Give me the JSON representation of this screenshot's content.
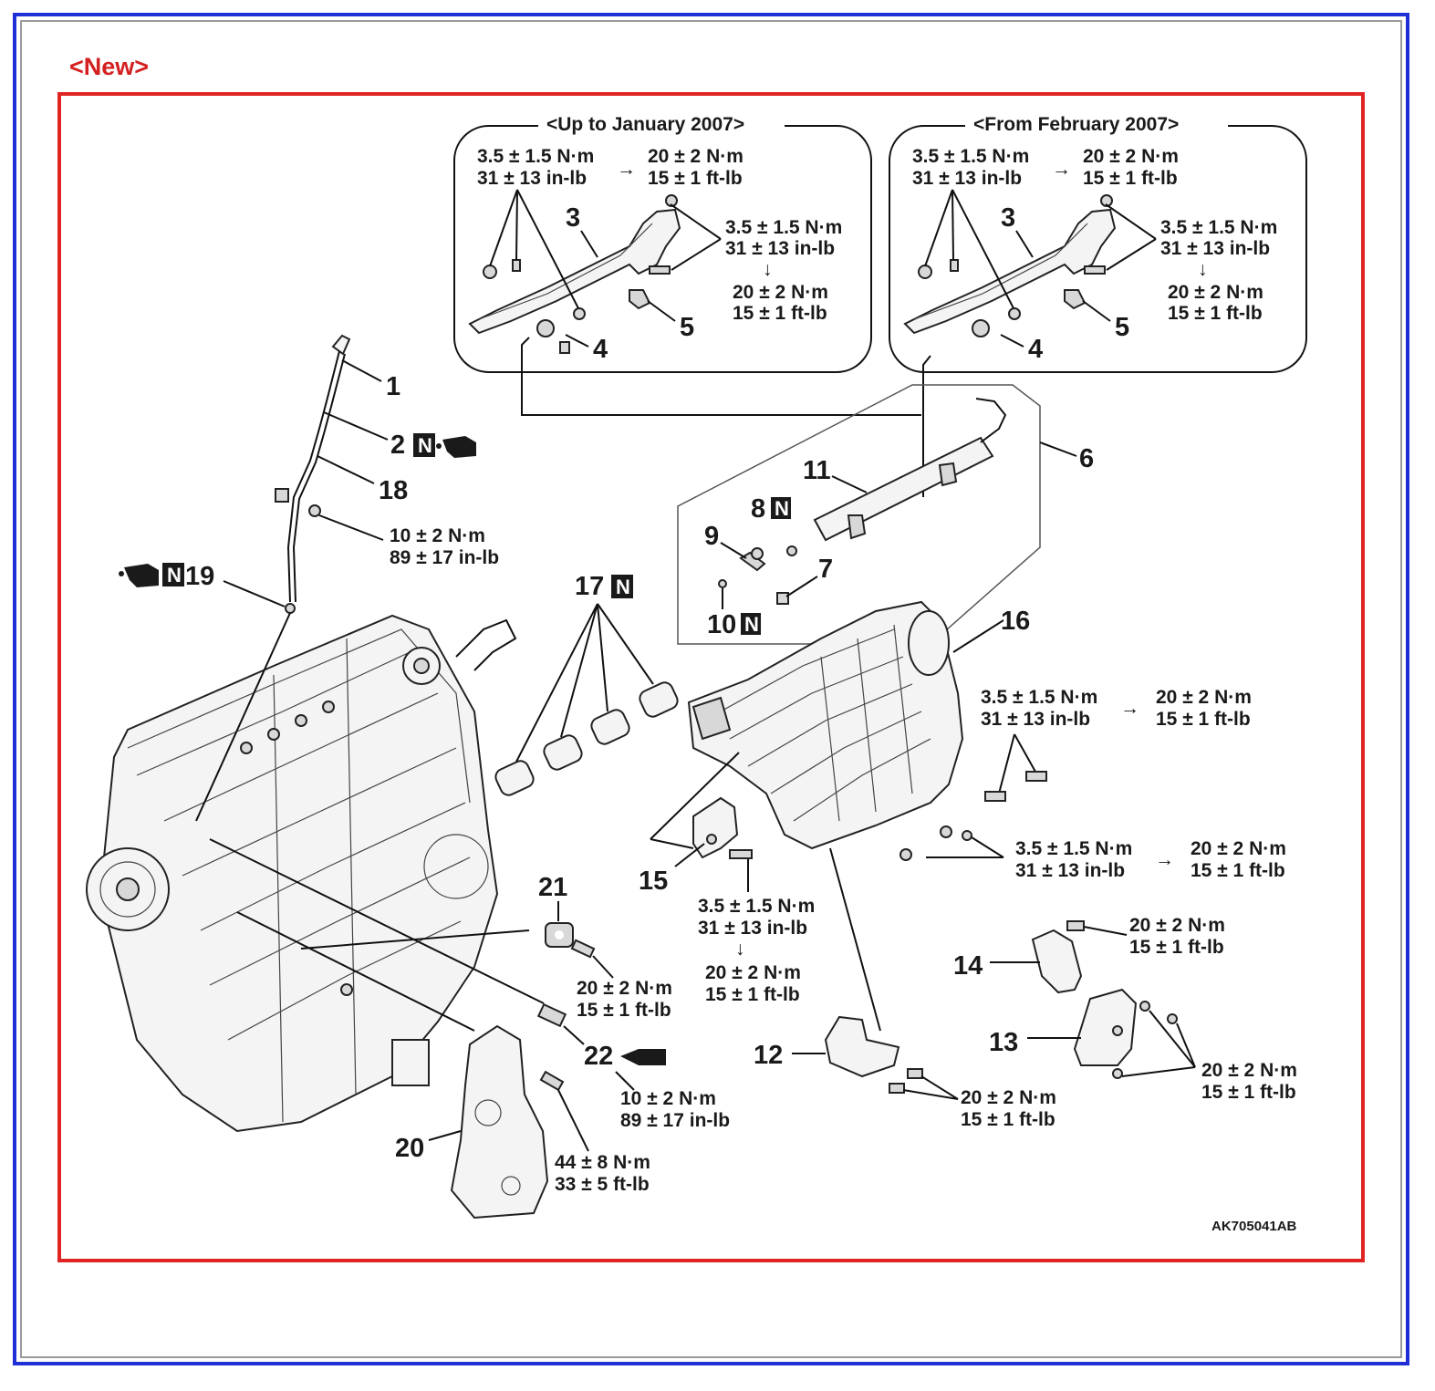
{
  "new_label": "<New>",
  "variants": {
    "left_header": "<Up to January 2007>",
    "right_header": "<From February 2007>"
  },
  "torques": {
    "t_3_5_nm": "3.5 ± 1.5 N·m",
    "t_3_5_inlb": "31 ± 13 in-lb",
    "t_20_nm": "20 ± 2 N·m",
    "t_20_ftlb": "15 ± 1 ft-lb",
    "t_10_nm": "10 ± 2 N·m",
    "t_10_inlb": "89 ± 17 in-lb",
    "t_44_nm": "44 ± 8 N·m",
    "t_44_ftlb": "33 ± 5 ft-lb",
    "arrow_right": "→",
    "arrow_down": "↓"
  },
  "callouts": {
    "c1": "1",
    "c2": "2",
    "c3": "3",
    "c4": "4",
    "c5": "5",
    "c6": "6",
    "c7": "7",
    "c8": "8",
    "c9": "9",
    "c10": "10",
    "c11": "11",
    "c12": "12",
    "c13": "13",
    "c14": "14",
    "c15": "15",
    "c16": "16",
    "c17": "17",
    "c18": "18",
    "c19": "19",
    "c20": "20",
    "c21": "21",
    "c22": "22"
  },
  "new_part_mark": "N",
  "reference_code": "AK705041AB"
}
